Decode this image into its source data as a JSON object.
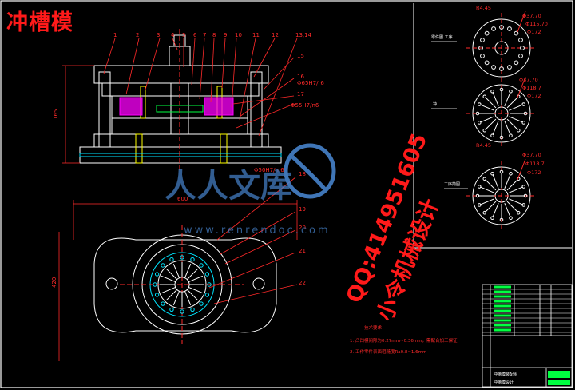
{
  "drawing": {
    "title": "冲槽模",
    "part_numbers_top": [
      "1",
      "2",
      "3",
      "4",
      "5",
      "6",
      "7",
      "8",
      "9",
      "10",
      "11",
      "12",
      "13,14"
    ],
    "callouts_right": [
      "15",
      "16",
      "17"
    ],
    "callouts_plan": [
      "18",
      "19",
      "20",
      "21",
      "22"
    ],
    "fit_labels": [
      "Φ65H7/r6",
      "Φ55H7/n6",
      "Φ50H7/m6"
    ],
    "dim_height": "165",
    "dim_width": "600",
    "dim_plan_height": "420",
    "detail_dims_1": [
      "R4.45",
      "Φ37.70",
      "Φ115.70",
      "Φ172"
    ],
    "detail_dims_2": [
      "Φ37.70",
      "Φ118.7",
      "Φ172"
    ],
    "detail_dims_3": [
      "R4.45",
      "Φ37.70",
      "Φ118.7",
      "Φ172"
    ],
    "detail_label_1": "零件图 工序",
    "detail_label_2": "冲",
    "detail_label_3": "工序简图",
    "notes_title": "技术要求",
    "notes": [
      "1. 凸凹模间隙为0.27mm~0.36mm，需配合加工保证",
      "2. 工作零件表面粗糙度Ra0.8~1.6mm"
    ],
    "title_block": {
      "part_name": "冲槽模装配图",
      "company": "冲槽模设计"
    }
  },
  "watermark": {
    "logo_text": "人人文库",
    "url": "www.renrendoc.com",
    "qq": "QQ:414951605",
    "shop": "小令机械设计"
  },
  "colors": {
    "line": "#ffffff",
    "dim": "#ff2a2a",
    "magenta": "#ff00ff",
    "cyan": "#00e5ff",
    "green": "#00ff40",
    "yellow": "#ffff00",
    "watermark": "#4a8ad6"
  }
}
